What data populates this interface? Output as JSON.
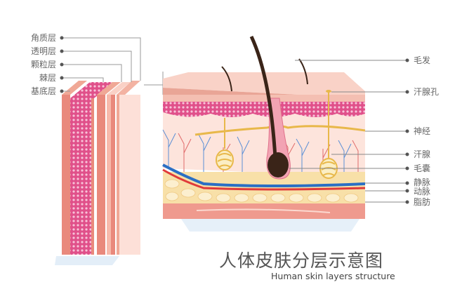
{
  "title": "人体皮肤分层示意图",
  "subtitle": "Human skin layers structure",
  "left_labels": [
    "角质层",
    "透明层",
    "颗粒层",
    "棘层",
    "基底层"
  ],
  "right_labels": [
    "毛发",
    "汗腺孔",
    "神经",
    "汗腺",
    "毛囊",
    "静脉",
    "动脉",
    "脂肪"
  ],
  "colors": {
    "skin": "#f7c9bd",
    "epidermis": "#e9897c",
    "pattern": "#e0508a",
    "nerve": "#e8b84a",
    "vein": "#2b6fc4",
    "artery": "#e03a3a",
    "fat": "#f8e0a8",
    "hair": "#3a2418",
    "text": "#666666"
  }
}
